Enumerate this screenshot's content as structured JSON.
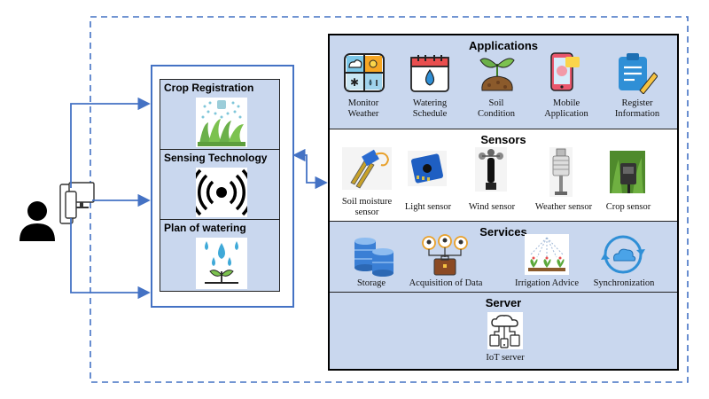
{
  "left": {
    "crop_registration": "Crop Registration",
    "sensing_technology": "Sensing Technology",
    "plan_of_watering": "Plan of watering"
  },
  "applications": {
    "title": "Applications",
    "items": [
      {
        "label": "Monitor Weather",
        "icon": "weather-grid-icon"
      },
      {
        "label": "Watering Schedule",
        "icon": "calendar-drop-icon"
      },
      {
        "label": "Soil Condition",
        "icon": "sprout-soil-icon"
      },
      {
        "label": "Mobile Application",
        "icon": "smartphone-icon"
      },
      {
        "label": "Register Information",
        "icon": "clipboard-pen-icon"
      }
    ]
  },
  "sensors": {
    "title": "Sensors",
    "items": [
      {
        "label": "Soil moisture sensor",
        "icon": "soil-moisture-sensor-icon"
      },
      {
        "label": "Light sensor",
        "icon": "light-sensor-icon"
      },
      {
        "label": "Wind sensor",
        "icon": "anemometer-icon"
      },
      {
        "label": "Weather sensor",
        "icon": "weather-sensor-icon"
      },
      {
        "label": "Crop sensor",
        "icon": "crop-sensor-icon"
      }
    ]
  },
  "services": {
    "title": "Services",
    "items": [
      {
        "label": "Storage",
        "icon": "database-icon"
      },
      {
        "label": "Acquisition of Data",
        "icon": "data-acquisition-icon"
      },
      {
        "label": "Irrigation Advice",
        "icon": "irrigation-icon"
      },
      {
        "label": "Synchronization",
        "icon": "cloud-sync-icon"
      }
    ]
  },
  "server": {
    "title": "Server",
    "items": [
      {
        "label": "IoT server",
        "icon": "iot-server-icon"
      }
    ]
  },
  "colors": {
    "border_blue": "#4472c4",
    "band_fill": "#c9d7ee",
    "arrow_blue": "#4472c4"
  }
}
